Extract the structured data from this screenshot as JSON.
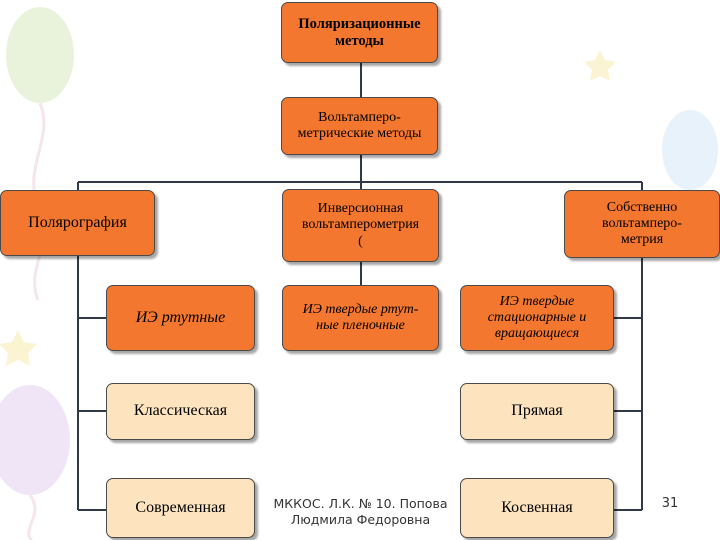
{
  "colors": {
    "root_fill": "#f4772f",
    "node_fill": "#fde4bf",
    "connector": "#2f3a46"
  },
  "nodes": {
    "root": "Поляризационные\nметоды",
    "voltammetric": "Вольтамперо-\nметрические методы",
    "polarography": "Полярография",
    "inversion": "Инверсионная\nвольтамперометрия\n(",
    "proper": "Собственно\nвольтамперо-\nметрия",
    "mercury": "ИЭ ртутные",
    "solid_film": "ИЭ твердые ртут-\nные пленочные",
    "solid_stationary": "ИЭ твердые\nстационарные и\nвращающиеся",
    "classical": "Классическая",
    "direct": "Прямая",
    "modern": "Современная",
    "indirect": "Косвенная"
  },
  "footer": {
    "author": "МККОС. Л.К. № 10. Попова\nЛюдмила Федоровна",
    "page_number": "31"
  }
}
